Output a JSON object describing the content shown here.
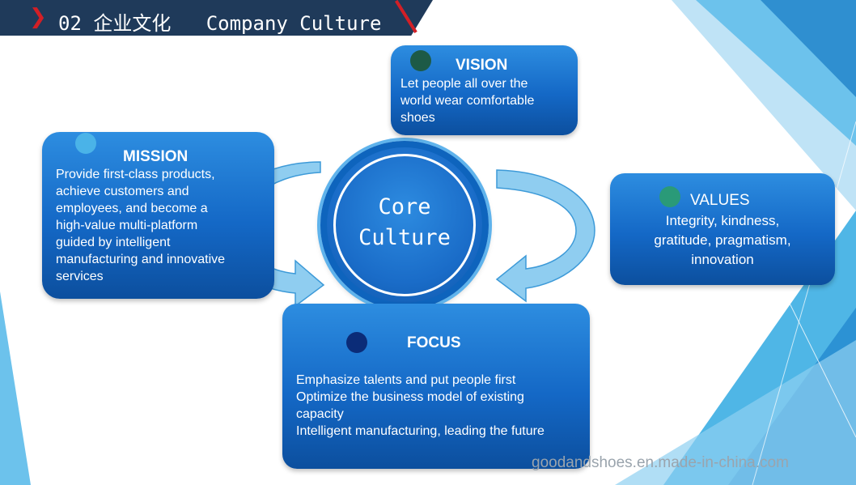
{
  "header": {
    "title": "02 企业文化   Company Culture"
  },
  "core": {
    "line1": "Core",
    "line2": "Culture"
  },
  "vision": {
    "title": "VISION",
    "lines": [
      "Let people all over the",
      "world wear comfortable",
      "shoes"
    ]
  },
  "mission": {
    "title": "MISSION",
    "lines": [
      "Provide first-class products,",
      "achieve customers and",
      "employees, and become a",
      "high-value multi-platform",
      "guided by intelligent",
      "manufacturing and innovative",
      "services"
    ]
  },
  "values": {
    "title": "VALUES",
    "lines": [
      "Integrity, kindness,",
      "gratitude, pragmatism,",
      "innovation"
    ]
  },
  "focus": {
    "title": "FOCUS",
    "lines": [
      "Emphasize talents and put people first",
      "Optimize the business model of existing",
      "capacity",
      "Intelligent manufacturing, leading the future"
    ]
  },
  "watermark": "goodandshoes.en.made-in-china.com",
  "colors": {
    "header_bg": "#1f3a5a",
    "accent_red": "#d21f26",
    "card_blue": "#1468c6",
    "arrow_light": "#8fcdf0",
    "bg_triangles": "#4fb6e6"
  },
  "icons": {
    "header_marker": "red-chevron-icon",
    "vision_dot": "dark-green-dot",
    "mission_dot": "light-blue-dot",
    "values_dot": "green-dot",
    "focus_dot": "navy-dot"
  }
}
